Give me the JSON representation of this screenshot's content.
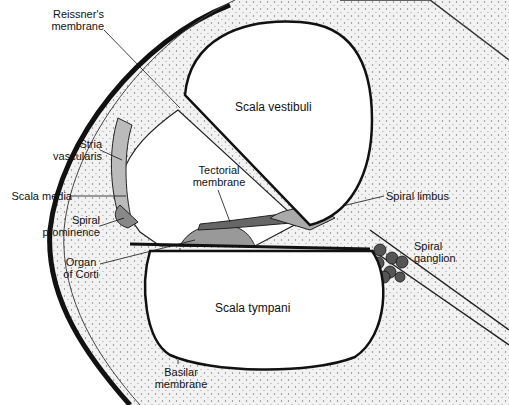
{
  "diagram": {
    "nodes": [
      {
        "text": [
          "Scala vestibuli"
        ]
      },
      {
        "text": [
          "Scala tympani"
        ]
      }
    ],
    "labels": [
      "Reissner's membrane",
      "Stria vascularis",
      "Scala media",
      "Tectorial membrane",
      "Spiral limbus",
      "Spiral prominence",
      "Organ of Corti",
      "Spiral ganglion",
      "Basilar membrane"
    ]
  }
}
